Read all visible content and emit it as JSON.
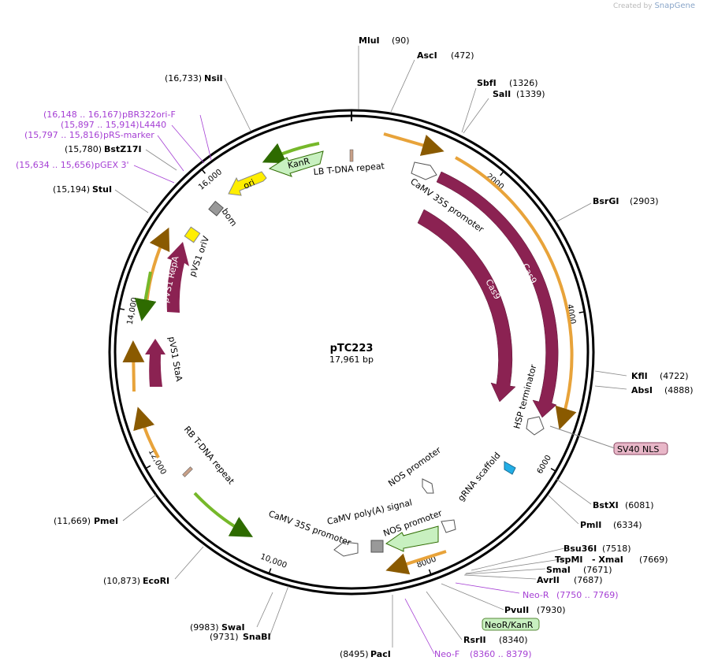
{
  "watermark": {
    "prefix": "Created by",
    "brand": "SnapGene"
  },
  "plasmid": {
    "name": "pTC223",
    "length_label": "17,961 bp",
    "length": 17961
  },
  "ticks": [
    {
      "bp": 2000,
      "label": "2000"
    },
    {
      "bp": 4000,
      "label": "4000"
    },
    {
      "bp": 6000,
      "label": "6000"
    },
    {
      "bp": 8000,
      "label": "8000"
    },
    {
      "bp": 10000,
      "label": "10,000"
    },
    {
      "bp": 12000,
      "label": "12,000"
    },
    {
      "bp": 14000,
      "label": "14,000"
    },
    {
      "bp": 16000,
      "label": "16,000"
    }
  ],
  "sites": [
    {
      "name": "MluI",
      "pos": "(90)"
    },
    {
      "name": "AscI",
      "pos": "(472)"
    },
    {
      "name": "SbfI",
      "pos": "(1326)"
    },
    {
      "name": "SalI",
      "pos": "(1339)"
    },
    {
      "name": "BsrGI",
      "pos": "(2903)"
    },
    {
      "name": "KflI",
      "pos": "(4722)"
    },
    {
      "name": "AbsI",
      "pos": "(4888)"
    },
    {
      "name": "BstXI",
      "pos": "(6081)"
    },
    {
      "name": "PmlI",
      "pos": "(6334)"
    },
    {
      "name": "Bsu36I",
      "pos": "(7518)"
    },
    {
      "name": "TspMI",
      "pos": "- XmaI",
      "pos2": "(7669)"
    },
    {
      "name": "SmaI",
      "pos": "(7671)"
    },
    {
      "name": "AvrII",
      "pos": "(7687)"
    },
    {
      "name": "PvuII",
      "pos": "(7930)"
    },
    {
      "name": "RsrII",
      "pos": "(8340)"
    },
    {
      "name": "PacI",
      "pos": "(8495)"
    },
    {
      "name": "SwaI",
      "pos": "(9983)"
    },
    {
      "name": "SnaBI",
      "pos": "(9731)"
    },
    {
      "name": "EcoRI",
      "pos": "(10,873)"
    },
    {
      "name": "PmeI",
      "pos": "(11,669)"
    },
    {
      "name": "StuI",
      "pos": "(15,194)"
    },
    {
      "name": "BstZ17I",
      "pos": "(15,780)"
    },
    {
      "name": "NsiI",
      "pos": "(16,733)"
    }
  ],
  "primers": [
    {
      "name": "pBR322ori-F",
      "pos": "(16,148 .. 16,167)"
    },
    {
      "name": "L4440",
      "pos": "(15,897 .. 15,914)"
    },
    {
      "name": "pRS-marker",
      "pos": "(15,797 .. 15,816)"
    },
    {
      "name": "pGEX 3'",
      "pos": "(15,634 .. 15,656)"
    },
    {
      "name": "Neo-R",
      "pos": "(7750 .. 7769)"
    },
    {
      "name": "Neo-F",
      "pos": "(8360 .. 8379)"
    }
  ],
  "features": {
    "lb_tdna": "LB T-DNA repeat",
    "camv35s_top": "CaMV 35S promoter",
    "cas9_outer": "Cas9",
    "cas9_inner": "Cas9",
    "hsp_terminator": "HSP terminator",
    "sv40_nls": "SV40 NLS",
    "grna_scaffold": "gRNA scaffold",
    "nos_promoter_top": "NOS promoter",
    "camv_polya": "CaMV poly(A) signal",
    "nos_promoter_bottom": "NOS promoter",
    "neor_kanr": "NeoR/KanR",
    "camv35s_bottom": "CaMV 35S promoter",
    "rb_tdna": "RB T-DNA repeat",
    "pvs1_staa": "pVS1 StaA",
    "pvs1_repa": "pVS1 RepA",
    "pvs1_oriv": "pVS1 oriV",
    "bom": "bom",
    "ori": "ori",
    "kanr": "KanR"
  },
  "colors": {
    "restriction_line": "#888888",
    "primer": "#a53fd4",
    "cas9": "#8b2252",
    "orange_orf": "#e8a33a",
    "green_orf": "#76b82a",
    "kanr_fill": "#c8f0c0",
    "ori_fill": "#ffee00",
    "sv40_fill": "#e8b7c8",
    "grna_fill": "#22aee6"
  }
}
